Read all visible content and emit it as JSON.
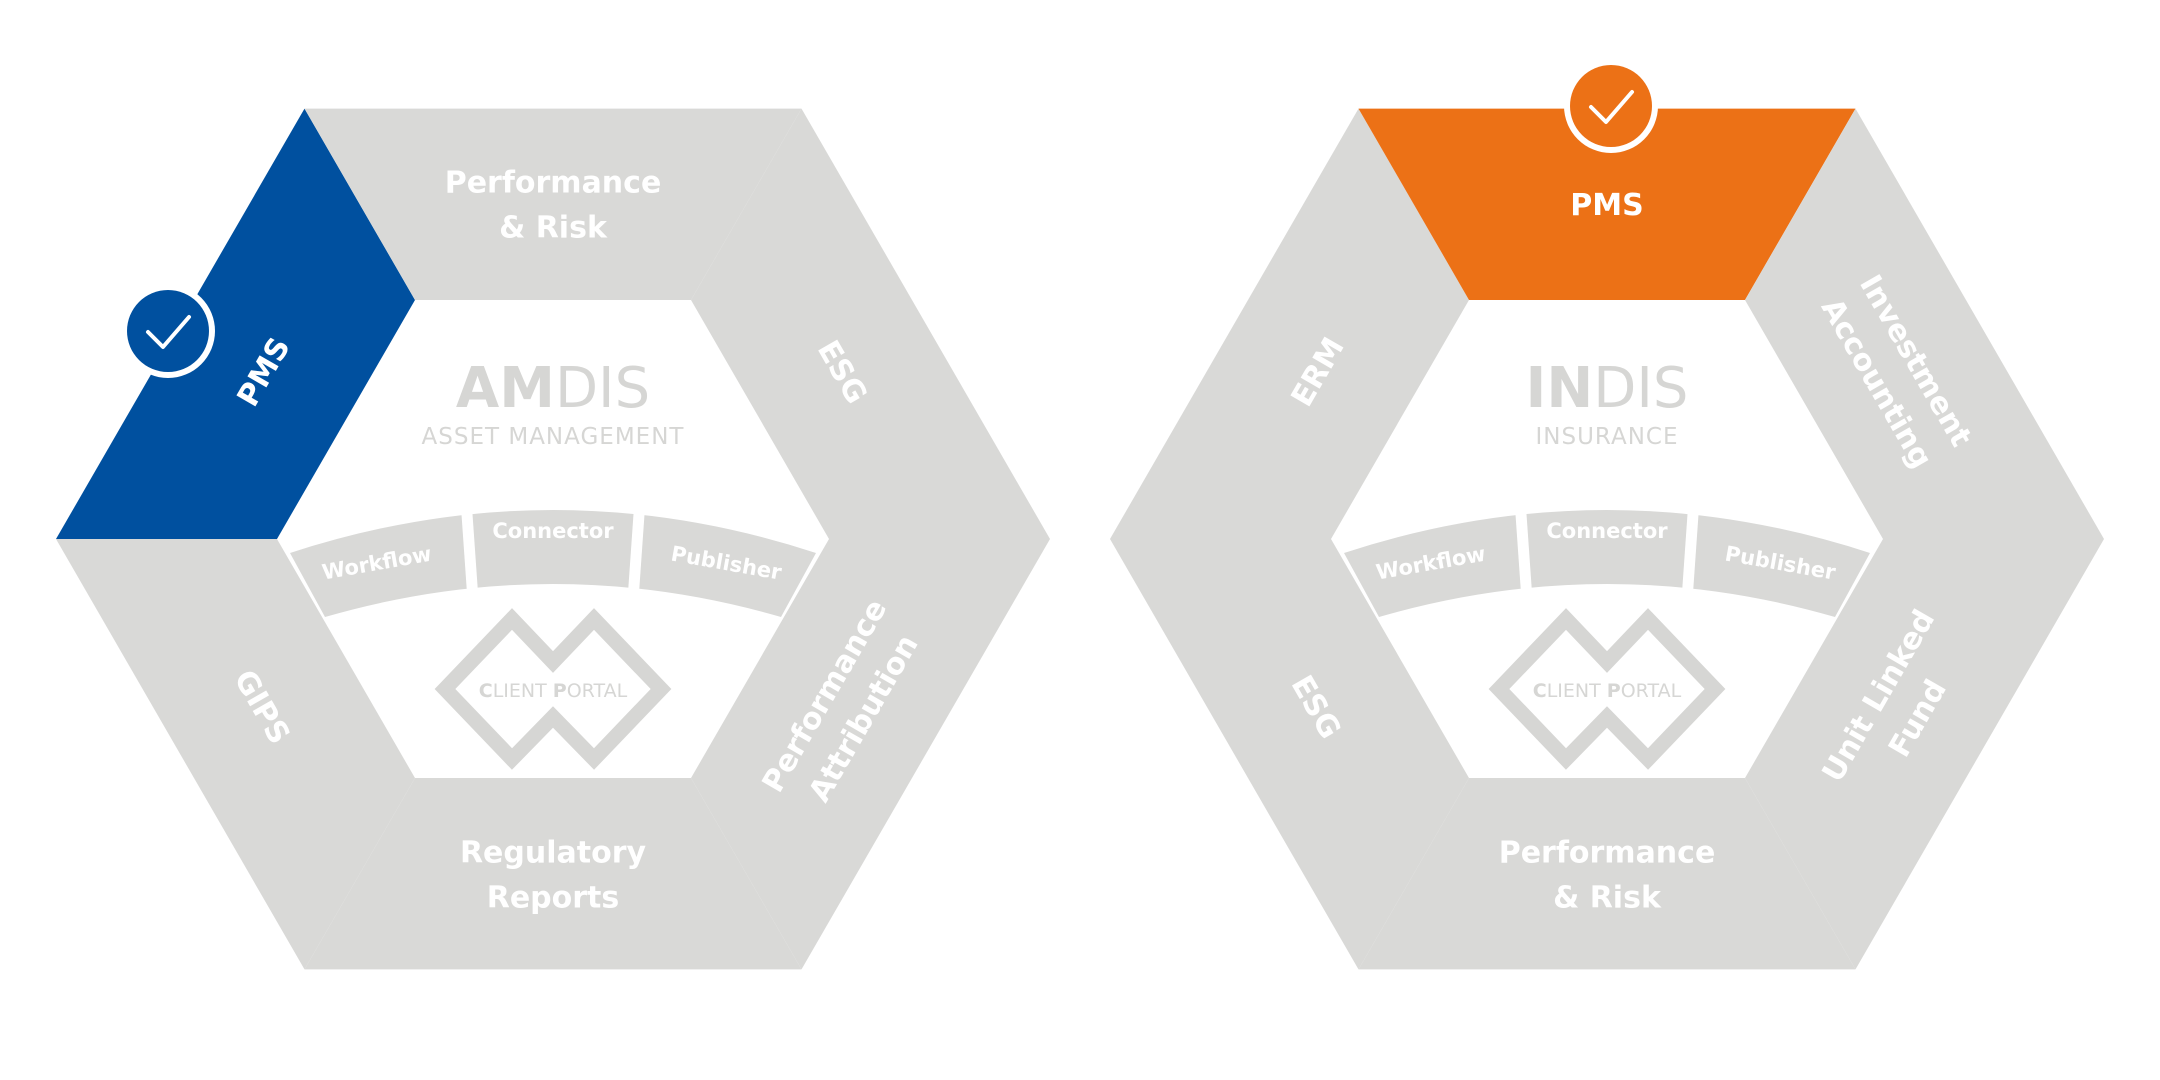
{
  "colors": {
    "segment": "#d9d9d7",
    "logo": "#d6d6d4",
    "text": "#ffffff"
  },
  "hexagons": [
    {
      "name": "amdis",
      "brand_bold": "AM",
      "brand_light": "DIS",
      "subtitle": "ASSET MANAGEMENT",
      "selected_color": "#00509f",
      "selected_segment": "upper-left",
      "segments": {
        "top": [
          "Performance",
          "& Risk"
        ],
        "upper-right": [
          "ESG"
        ],
        "lower-right": [
          "Performance",
          "Attribution"
        ],
        "bottom": [
          "Regulatory",
          "Reports"
        ],
        "lower-left": [
          "GIPS"
        ],
        "upper-left": [
          "PMS"
        ]
      },
      "modules": [
        "Workflow",
        "Connector",
        "Publisher"
      ],
      "portal": {
        "c": "C",
        "lient": "LIENT ",
        "p": "P",
        "ortal": "ORTAL"
      },
      "check_icon": "checkmark-icon"
    },
    {
      "name": "indis",
      "brand_bold": "IN",
      "brand_light": "DIS",
      "subtitle": "INSURANCE",
      "selected_color": "#ec7116",
      "selected_segment": "top",
      "segments": {
        "top": [
          "PMS"
        ],
        "upper-right": [
          "Investment",
          "Accounting"
        ],
        "lower-right": [
          "Unit Linked",
          "Fund"
        ],
        "bottom": [
          "Performance",
          "& Risk"
        ],
        "lower-left": [
          "ESG"
        ],
        "upper-left": [
          "ERM"
        ]
      },
      "modules": [
        "Workflow",
        "Connector",
        "Publisher"
      ],
      "portal": {
        "c": "C",
        "lient": "LIENT ",
        "p": "P",
        "ortal": "ORTAL"
      },
      "check_icon": "checkmark-icon"
    }
  ]
}
